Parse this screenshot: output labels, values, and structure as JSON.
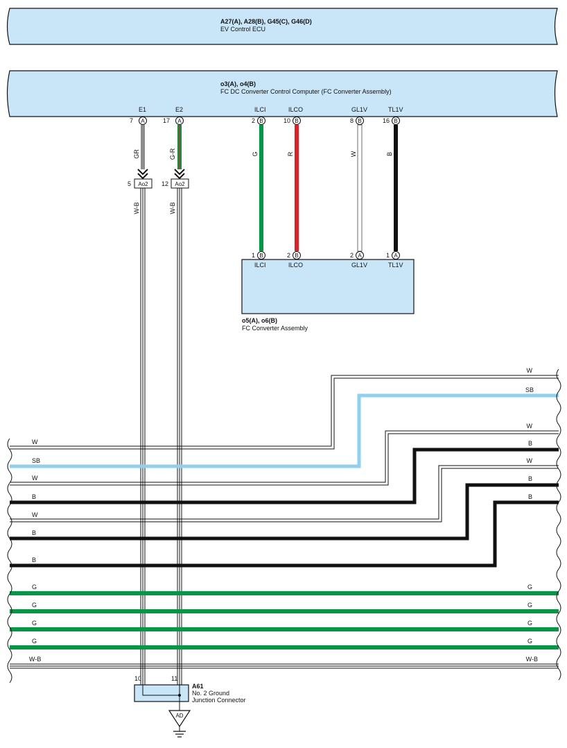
{
  "ecu_box": {
    "code": "A27(A), A28(B), G45(C), G46(D)",
    "name": "EV Control ECU"
  },
  "fc_computer": {
    "code": "o3(A), o4(B)",
    "name": "FC DC Converter Control Computer (FC Converter Assembly)",
    "terminals": [
      {
        "label": "E1",
        "pin": "7",
        "connector": "A",
        "wire_color": "GR"
      },
      {
        "label": "E2",
        "pin": "17",
        "connector": "A",
        "wire_color": "G-R"
      },
      {
        "label": "ILCI",
        "pin": "2",
        "connector": "B",
        "wire_color": "G"
      },
      {
        "label": "ILCO",
        "pin": "10",
        "connector": "B",
        "wire_color": "R"
      },
      {
        "label": "GL1V",
        "pin": "8",
        "connector": "B",
        "wire_color": "W"
      },
      {
        "label": "TL1V",
        "pin": "16",
        "connector": "B",
        "wire_color": "B"
      }
    ]
  },
  "inline_connectors": [
    {
      "pin": "5",
      "name": "Ao2",
      "wire_color": "W-B"
    },
    {
      "pin": "12",
      "name": "Ao2",
      "wire_color": "W-B"
    }
  ],
  "fc_assembly": {
    "code": "o5(A), o6(B)",
    "name": "FC Converter Assembly",
    "terminals": [
      {
        "label": "ILCI",
        "pin": "1",
        "connector": "B"
      },
      {
        "label": "ILCO",
        "pin": "2",
        "connector": "B"
      },
      {
        "label": "GL1V",
        "pin": "2",
        "connector": "A"
      },
      {
        "label": "TL1V",
        "pin": "1",
        "connector": "A"
      }
    ]
  },
  "bus_wires": {
    "right_labels": [
      "W",
      "SB",
      "W",
      "B",
      "W",
      "B",
      "B",
      "G",
      "G",
      "G",
      "G",
      "W-B"
    ],
    "left_labels": [
      "W",
      "SB",
      "W",
      "B",
      "W",
      "B",
      "B",
      "G",
      "G",
      "G",
      "G",
      "W-B"
    ]
  },
  "junction": {
    "code": "A61",
    "name_line1": "No. 2 Ground",
    "name_line2": "Junction Connector",
    "pins": [
      "10",
      "11"
    ]
  },
  "ground": {
    "label": "AD"
  },
  "colors": {
    "panel_fill": "#c8e6f8",
    "green": "#009a44",
    "red": "#e31e24",
    "sky_blue": "#8dd0f0",
    "gray": "#8c8c8c",
    "black": "#111111"
  }
}
